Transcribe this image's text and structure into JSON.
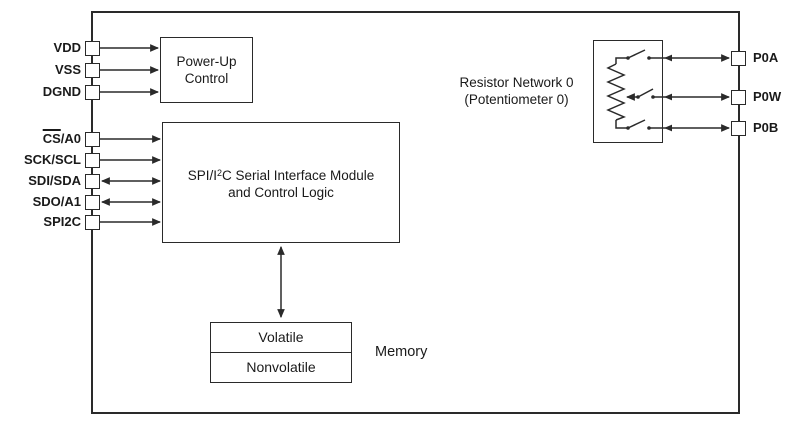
{
  "pins": {
    "left": [
      {
        "label": "VDD"
      },
      {
        "label": "VSS"
      },
      {
        "label": "DGND"
      },
      {
        "label_over": "CS",
        "label_rest": "/A0"
      },
      {
        "label": "SCK/SCL"
      },
      {
        "label": "SDI/SDA"
      },
      {
        "label": "SDO/A1"
      },
      {
        "label": "SPI2C"
      }
    ],
    "right": [
      {
        "label": "P0A"
      },
      {
        "label": "P0W"
      },
      {
        "label": "P0B"
      }
    ]
  },
  "blocks": {
    "power_up": {
      "line1": "Power-Up",
      "line2": "Control"
    },
    "spi": {
      "line1_pre": "SPI/I",
      "line1_sup": "2",
      "line1_post": "C Serial Interface Module",
      "line2": "and Control Logic"
    },
    "memory": {
      "cells": [
        {
          "label": "Volatile"
        },
        {
          "label": "Nonvolatile"
        }
      ],
      "caption": "Memory"
    },
    "resistor_network": {
      "line1": "Resistor Network 0",
      "line2": "(Potentiometer 0)"
    }
  },
  "colors": {
    "line": "#2a2a2a",
    "text": "#1a1a1a",
    "background": "#ffffff",
    "pin_box_fill": "#ffffff"
  }
}
